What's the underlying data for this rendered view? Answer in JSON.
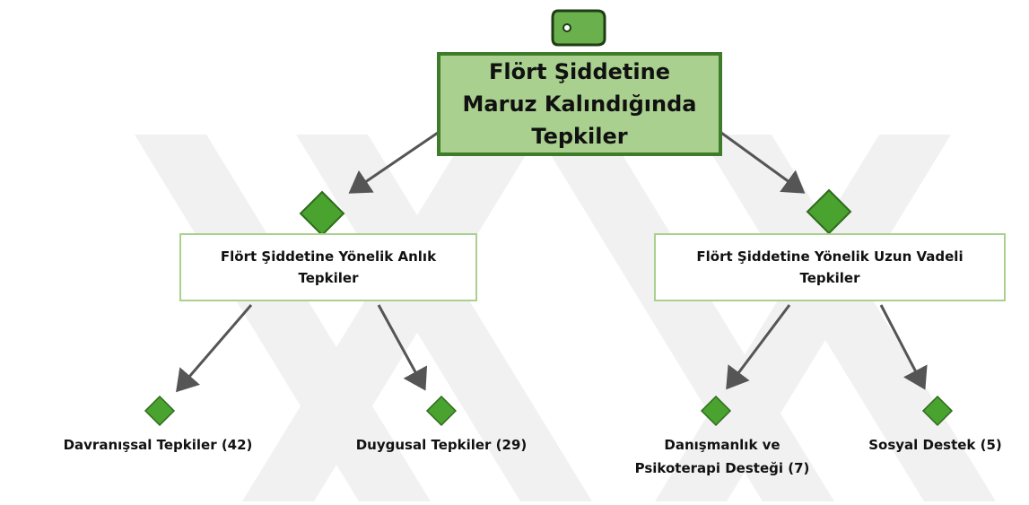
{
  "root": {
    "label": "Flört Şiddetine Maruz Kalındığında Tepkiler"
  },
  "themes": [
    {
      "label": "Flört Şiddetine Yönelik Anlık Tepkiler",
      "subthemes": [
        {
          "label": "Davranışsal Tepkiler (42)"
        },
        {
          "label": "Duygusal Tepkiler (29)"
        }
      ]
    },
    {
      "label": "Flört Şiddetine Yönelik Uzun Vadeli Tepkiler",
      "subthemes": [
        {
          "label": "Danışmanlık ve\nPsikoterapi Desteği (7)"
        },
        {
          "label": "Sosyal Destek (5)"
        }
      ]
    }
  ],
  "colors": {
    "root_fill": "#a9d08e",
    "root_border": "#3e7b2a",
    "diamond_fill": "#4aa22f",
    "diamond_border": "#2e6b1c",
    "node_border": "#a9d08e",
    "arrow": "#555555",
    "watermark": "#eeeeee"
  },
  "icons": {
    "root_marker": "tag-icon",
    "theme_marker": "diamond-icon",
    "subtheme_marker": "diamond-icon"
  }
}
